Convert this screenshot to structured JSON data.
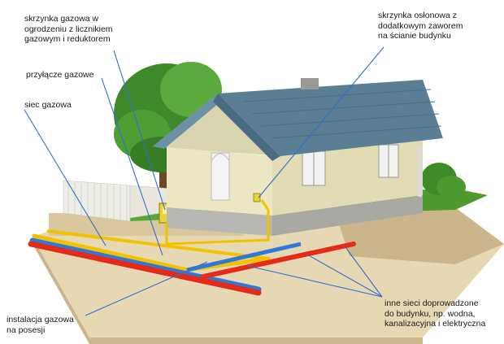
{
  "labels": {
    "gas_box_fence": "skrzynka gazowa w\nogrodzeniu z licznikiem\ngazowym i reduktorem",
    "service_line": "przyłącze gazowe",
    "gas_network": "siec gazowa",
    "shield_box_wall": "skrzynka osłonowa z\ndodatkowym zaworem\nna ścianie budynku",
    "other_networks": "inne sieci doprowadzone\ndo budynku, np. wodna,\nkanalizacyjna i elektryczna",
    "gas_installation": "instalacja gazowa\nna posesji"
  },
  "colors": {
    "leader_line": "#2f6fd0",
    "gas_pipe": "#f2c200",
    "water_pipe": "#2e78d6",
    "red_pipe": "#e52a1a",
    "roof": "#5a7f95",
    "wall": "#ece7c2",
    "grass": "#4f9a2e",
    "soil": "#d7c6a0"
  }
}
